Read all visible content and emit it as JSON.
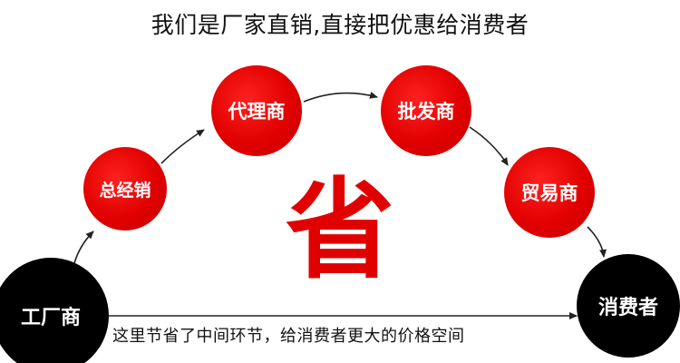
{
  "headline": "我们是厂家直销,直接把优惠给消费者",
  "nodes": {
    "factory": "工厂商",
    "general_distributor": "总经销",
    "agent": "代理商",
    "wholesaler": "批发商",
    "trader": "贸易商",
    "consumer": "消费者"
  },
  "center_char": "省",
  "caption": "这里节省了中间环节，给消费者更大的价格空间",
  "colors": {
    "red": "#e00000",
    "black": "#000000",
    "arrow": "#222222"
  }
}
